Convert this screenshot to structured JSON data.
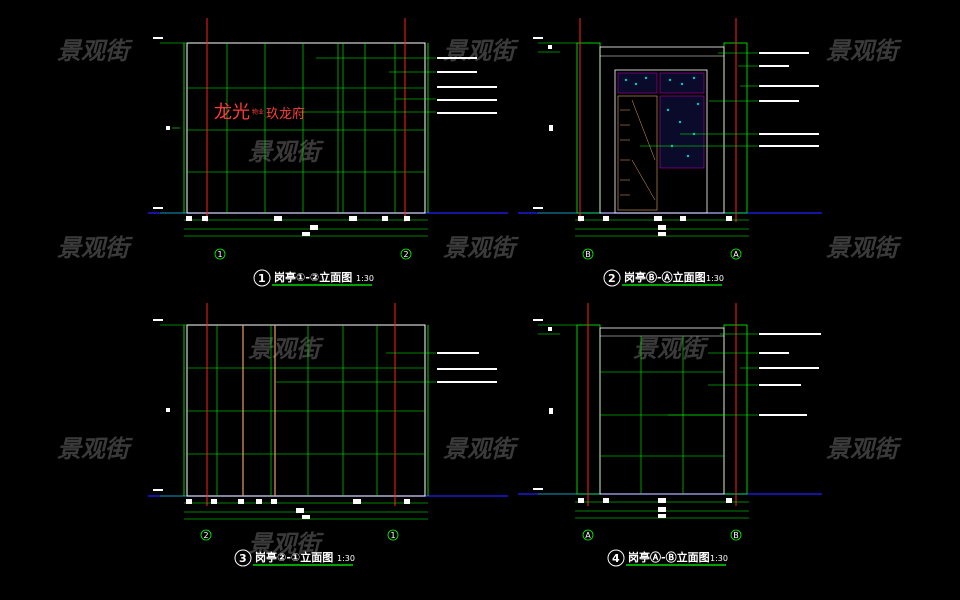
{
  "watermark": "景观街",
  "colors": {
    "background": "#000000",
    "outline": "#ffffff",
    "green": "#00ff00",
    "axis_red": "#ff2020",
    "ground_blue": "#2020ff",
    "sign_red": "#ff3b3b",
    "watermark": "#3a3a3a",
    "tile_magenta": "#b000b0",
    "tile_cyan": "#00c8c8",
    "post_orange": "#e6a060"
  },
  "elevations": [
    {
      "number": "1",
      "title": "岗亭①-②立面图",
      "scale": "1:30",
      "axis_left": "1",
      "axis_right": "2"
    },
    {
      "number": "2",
      "title": "岗亭Ⓑ-Ⓐ立面图",
      "scale": "1:30",
      "axis_left": "B",
      "axis_right": "A"
    },
    {
      "number": "3",
      "title": "岗亭②-①立面图",
      "scale": "1:30",
      "axis_left": "2",
      "axis_right": "1"
    },
    {
      "number": "4",
      "title": "岗亭Ⓐ-Ⓑ立面图",
      "scale": "1:30",
      "axis_left": "A",
      "axis_right": "B"
    }
  ],
  "sign": {
    "main": "龙光",
    "small": "物业",
    "tail": "玖龙府"
  }
}
